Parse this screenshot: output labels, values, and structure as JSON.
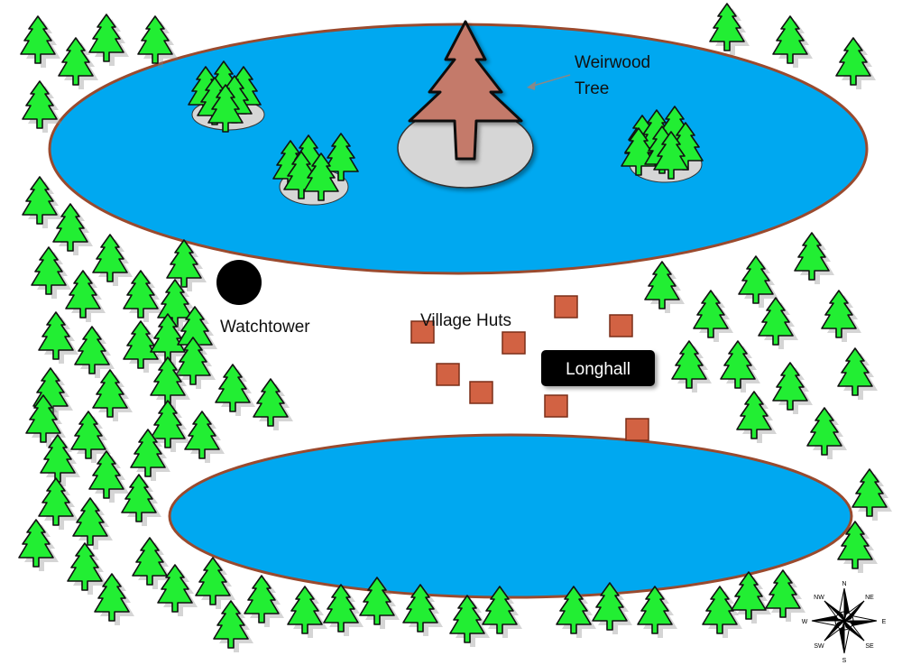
{
  "labels": {
    "weirwood_line1": "Weirwood",
    "weirwood_line2": "Tree",
    "watchtower": "Watchtower",
    "village_huts": "Village Huts",
    "longhall": "Longhall"
  },
  "compass": {
    "n": "N",
    "ne": "NE",
    "e": "E",
    "se": "SE",
    "s": "S",
    "sw": "SW",
    "w": "W",
    "nw": "NW"
  },
  "colors": {
    "lake": "#00a8f0",
    "lake_border": "#9a4a2e",
    "tree": "#22ee33",
    "tree_outline": "#111111",
    "weirwood": "#c47a6a",
    "hut": "#d26243",
    "island": "#d6d6d6",
    "longhall": "#000000"
  },
  "icons": [
    "pine-tree-icon",
    "weirwood-tree-icon",
    "watchtower-icon",
    "hut-icon",
    "compass-rose-icon"
  ]
}
